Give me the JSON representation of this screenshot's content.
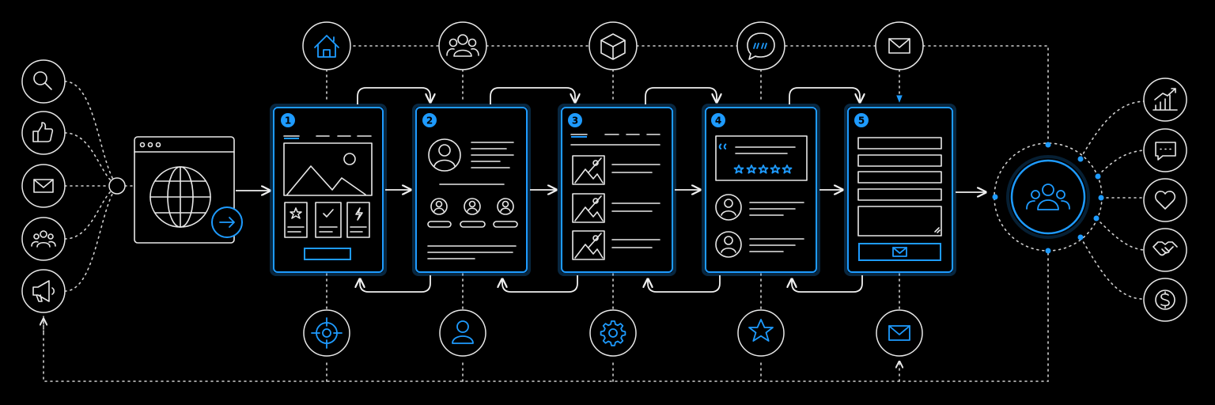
{
  "colors": {
    "background": "#000000",
    "line": "#e8e8e8",
    "accent": "#1e9bff"
  },
  "steps": [
    {
      "number": "1",
      "layout": "landing-page",
      "top_icon": "home-icon",
      "bottom_icon": "target-icon"
    },
    {
      "number": "2",
      "layout": "profile-page",
      "top_icon": "team-icon",
      "bottom_icon": "user-icon"
    },
    {
      "number": "3",
      "layout": "product-list-page",
      "top_icon": "box-icon",
      "bottom_icon": "gear-icon"
    },
    {
      "number": "4",
      "layout": "reviews-page",
      "top_icon": "chat-bubble-icon",
      "bottom_icon": "star-icon"
    },
    {
      "number": "5",
      "layout": "contact-form-page",
      "top_icon": "mail-icon",
      "bottom_icon": "mail-icon"
    }
  ],
  "sources": [
    "search-icon",
    "thumbs-up-icon",
    "mail-icon",
    "group-icon",
    "megaphone-icon"
  ],
  "outcomes": [
    "growth-chart-icon",
    "message-icon",
    "heart-icon",
    "handshake-icon",
    "dollar-icon"
  ],
  "hub_icon": "community-icon"
}
